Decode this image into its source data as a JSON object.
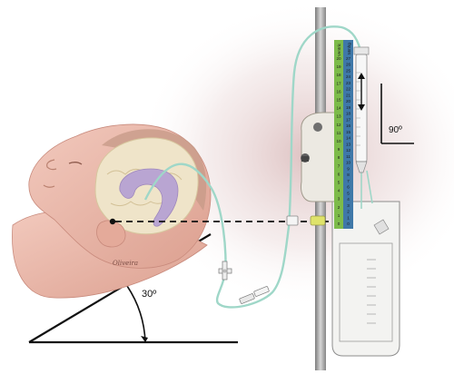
{
  "diagram": {
    "bed_angle_label": "30º",
    "right_angle_label": "90º",
    "scale_left_header": "Ventric",
    "scale_right_header": "Mmhg",
    "scale_left_ticks": [
      "20",
      "19",
      "18",
      "17",
      "16",
      "15",
      "14",
      "13",
      "12",
      "11",
      "10",
      "9",
      "8",
      "7",
      "6",
      "5",
      "4",
      "3",
      "2",
      "1",
      "0"
    ],
    "scale_right_ticks": [
      "27",
      "26",
      "25",
      "24",
      "23",
      "22",
      "21",
      "20",
      "19",
      "18",
      "17",
      "16",
      "15",
      "14",
      "13",
      "12",
      "11",
      "10",
      "9",
      "8",
      "7",
      "6",
      "5",
      "4",
      "3",
      "2",
      "1",
      "0"
    ],
    "signature": "Oliveira"
  },
  "colors": {
    "skin": "#e9b7a8",
    "brain": "#efe4c9",
    "ventricle": "#b9a5d2",
    "tubing": "#9fd7c8",
    "scale_blue": "#3f78a8",
    "scale_green": "#7dbb4a",
    "clamp": "#ece9e2",
    "pole": "#a8a8a8"
  }
}
